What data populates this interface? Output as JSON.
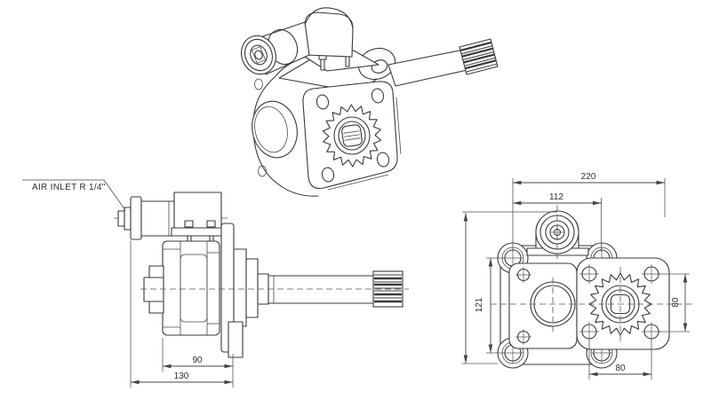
{
  "colors": {
    "line": "#3a3a3a",
    "background": "#ffffff",
    "text": "#2e2e2e"
  },
  "labels": {
    "air_inlet": "AIR INLET R 1/4\""
  },
  "side_view": {
    "dims": {
      "flange_depth_90": "90",
      "overall_depth_130": "130"
    }
  },
  "front_view": {
    "dims": {
      "overall_width_220": "220",
      "bolt_spacing_horizontal_112": "112",
      "bolt_spacing_vertical_121": "121",
      "flange_bolt_vertical_80": "80",
      "flange_bolt_horizontal_80": "80"
    }
  }
}
